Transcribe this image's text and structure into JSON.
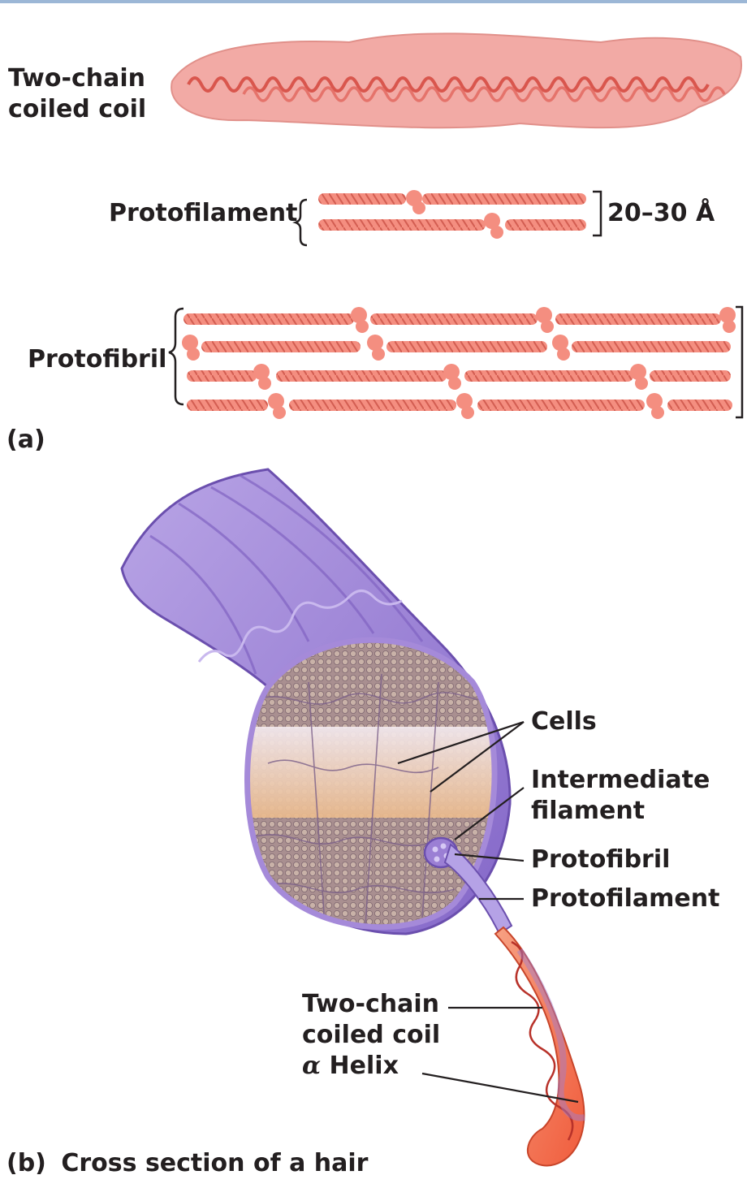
{
  "panel_a": {
    "label": "(a)",
    "coiled_coil_label_line1": "Two-chain",
    "coiled_coil_label_line2": "coiled coil",
    "protofilament_label": "Protofilament",
    "width_label": "20–30 Å",
    "protofibril_label": "Protofibril"
  },
  "panel_b": {
    "label": "(b)",
    "title": "Cross section of a hair",
    "callouts": {
      "cells": "Cells",
      "intermediate_line1": "Intermediate",
      "intermediate_line2": "filament",
      "protofibril": "Protofibril",
      "protofilament": "Protofilament",
      "coiled_coil_line1": "Two-chain",
      "coiled_coil_line2": "coiled coil",
      "helix_symbol": "α",
      "helix_word": "Helix"
    }
  },
  "colors": {
    "coil": "#f0837a",
    "coil_surface": "#f2a9a4",
    "hair": "#9b7fd4",
    "hair_dark": "#6b4fae",
    "helix": "#f36a4a",
    "text": "#231f20"
  }
}
